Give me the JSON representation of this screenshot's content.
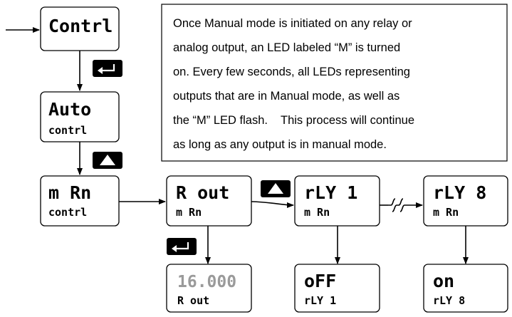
{
  "displays": {
    "control": {
      "line1": "Contrl",
      "line2": ""
    },
    "auto": {
      "line1": "Auto",
      "line2": "contrl"
    },
    "manual": {
      "line1": "m Rn",
      "line2": "contrl"
    },
    "a_out": {
      "line1": "R out",
      "line2": "m Rn"
    },
    "a_out_value": {
      "line1": "16.000",
      "line2": "R out"
    },
    "relay1": {
      "line1": "rLY 1",
      "line2": "m Rn"
    },
    "relay1_value": {
      "line1": "oFF",
      "line2": "rLY 1"
    },
    "relay8": {
      "line1": "rLY 8",
      "line2": "m Rn"
    },
    "relay8_value": {
      "line1": "on",
      "line2": "rLY 8"
    }
  },
  "buttons": {
    "enter_icon": "enter-icon",
    "up_icon": "up-arrow-icon"
  },
  "note": {
    "lines": [
      "Once Manual mode is initiated on any relay or",
      "analog output, an LED labeled “M” is turned",
      "on. Every few seconds, all LEDs representing",
      "outputs that are in Manual mode, as well as",
      "the “M” LED flash.    This process will continue",
      "as long as any output is in manual mode."
    ]
  },
  "colors": {
    "ink": "#000000",
    "dim_digits": "#9a9a9a",
    "background": "#ffffff"
  }
}
